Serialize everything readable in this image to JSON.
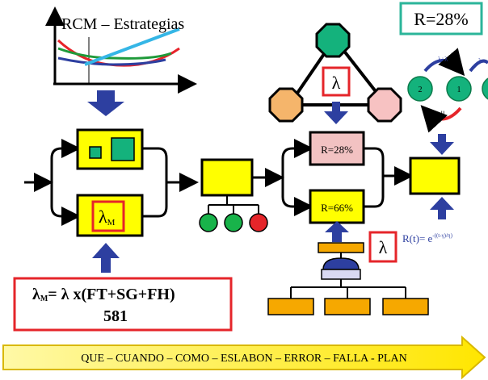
{
  "chart_panel": {
    "title": "RCM – Estrategias",
    "line_colors": [
      "#e8232a",
      "#1f9a3a",
      "#2d3fa0",
      "#35b6e6"
    ]
  },
  "reliability_badge": {
    "text": "R=28%",
    "border_color": "#2bb59a"
  },
  "triangle": {
    "lambda_label": "λ",
    "node_colors": {
      "top": "#14b27c",
      "left": "#f5b56b",
      "right": "#f7c2c2"
    }
  },
  "left_block": {
    "lambda_m_main": "λ",
    "lambda_m_sub": "M"
  },
  "formula_box": {
    "line1_main": "λ",
    "line1_sub": "M",
    "line1_rest": "= λ x(FT+SG+FH)",
    "line2": "581"
  },
  "mid_blocks": {
    "top_label": "R=28%",
    "bottom_label": "R=66%"
  },
  "status_lights": [
    "#18b34a",
    "#18b34a",
    "#e5252a"
  ],
  "markov": {
    "states": [
      "2",
      "1",
      ""
    ],
    "label_top_left": "λ+λ",
    "label_top_right": "λ",
    "label_bottom": "μ"
  },
  "reliability_formula": {
    "prefix": "R(t)= e",
    "exponent": "-((t-γ)/η)"
  },
  "hierarchy_lambda": "λ",
  "bottom_arrow": {
    "text": "QUE – CUANDO – COMO – ESLABON – ERROR – FALLA - PLAN"
  },
  "colors": {
    "yellow": "#ffff00",
    "arrow_blue": "#2d3fa0",
    "orange": "#f6a800",
    "red": "#e5252a",
    "pink": "#f2c2c2"
  }
}
